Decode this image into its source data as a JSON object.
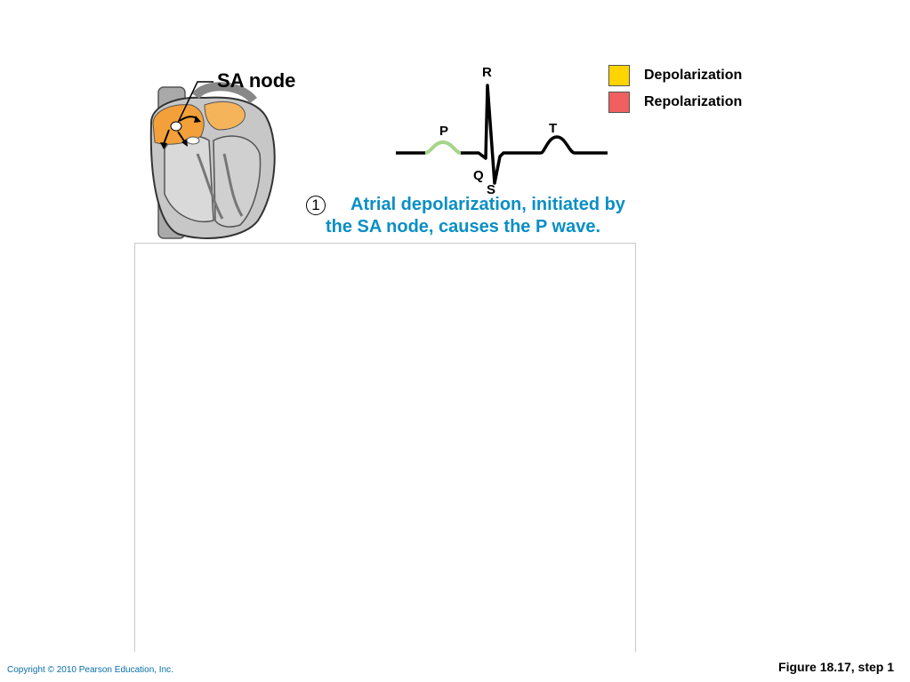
{
  "heart": {
    "label": "SA node"
  },
  "ecg": {
    "labels": {
      "p": "P",
      "q": "Q",
      "r": "R",
      "s": "S",
      "t": "T"
    },
    "p_wave_color": "#a6d58a"
  },
  "legend": [
    {
      "label": "Depolarization",
      "color": "#ffd400"
    },
    {
      "label": "Repolarization",
      "color": "#f06060"
    }
  ],
  "step": {
    "number": "1",
    "line1": "Atrial depolarization, initiated by",
    "line2": "the SA node, causes the P wave."
  },
  "footer": {
    "copyright": "Copyright © 2010 Pearson Education, Inc.",
    "figure": "Figure 18.17, step 1"
  },
  "colors": {
    "step_text": "#0a8fc4",
    "atria_depolarized": "#f3a03a",
    "heart_gray": "#b9b9b9"
  }
}
